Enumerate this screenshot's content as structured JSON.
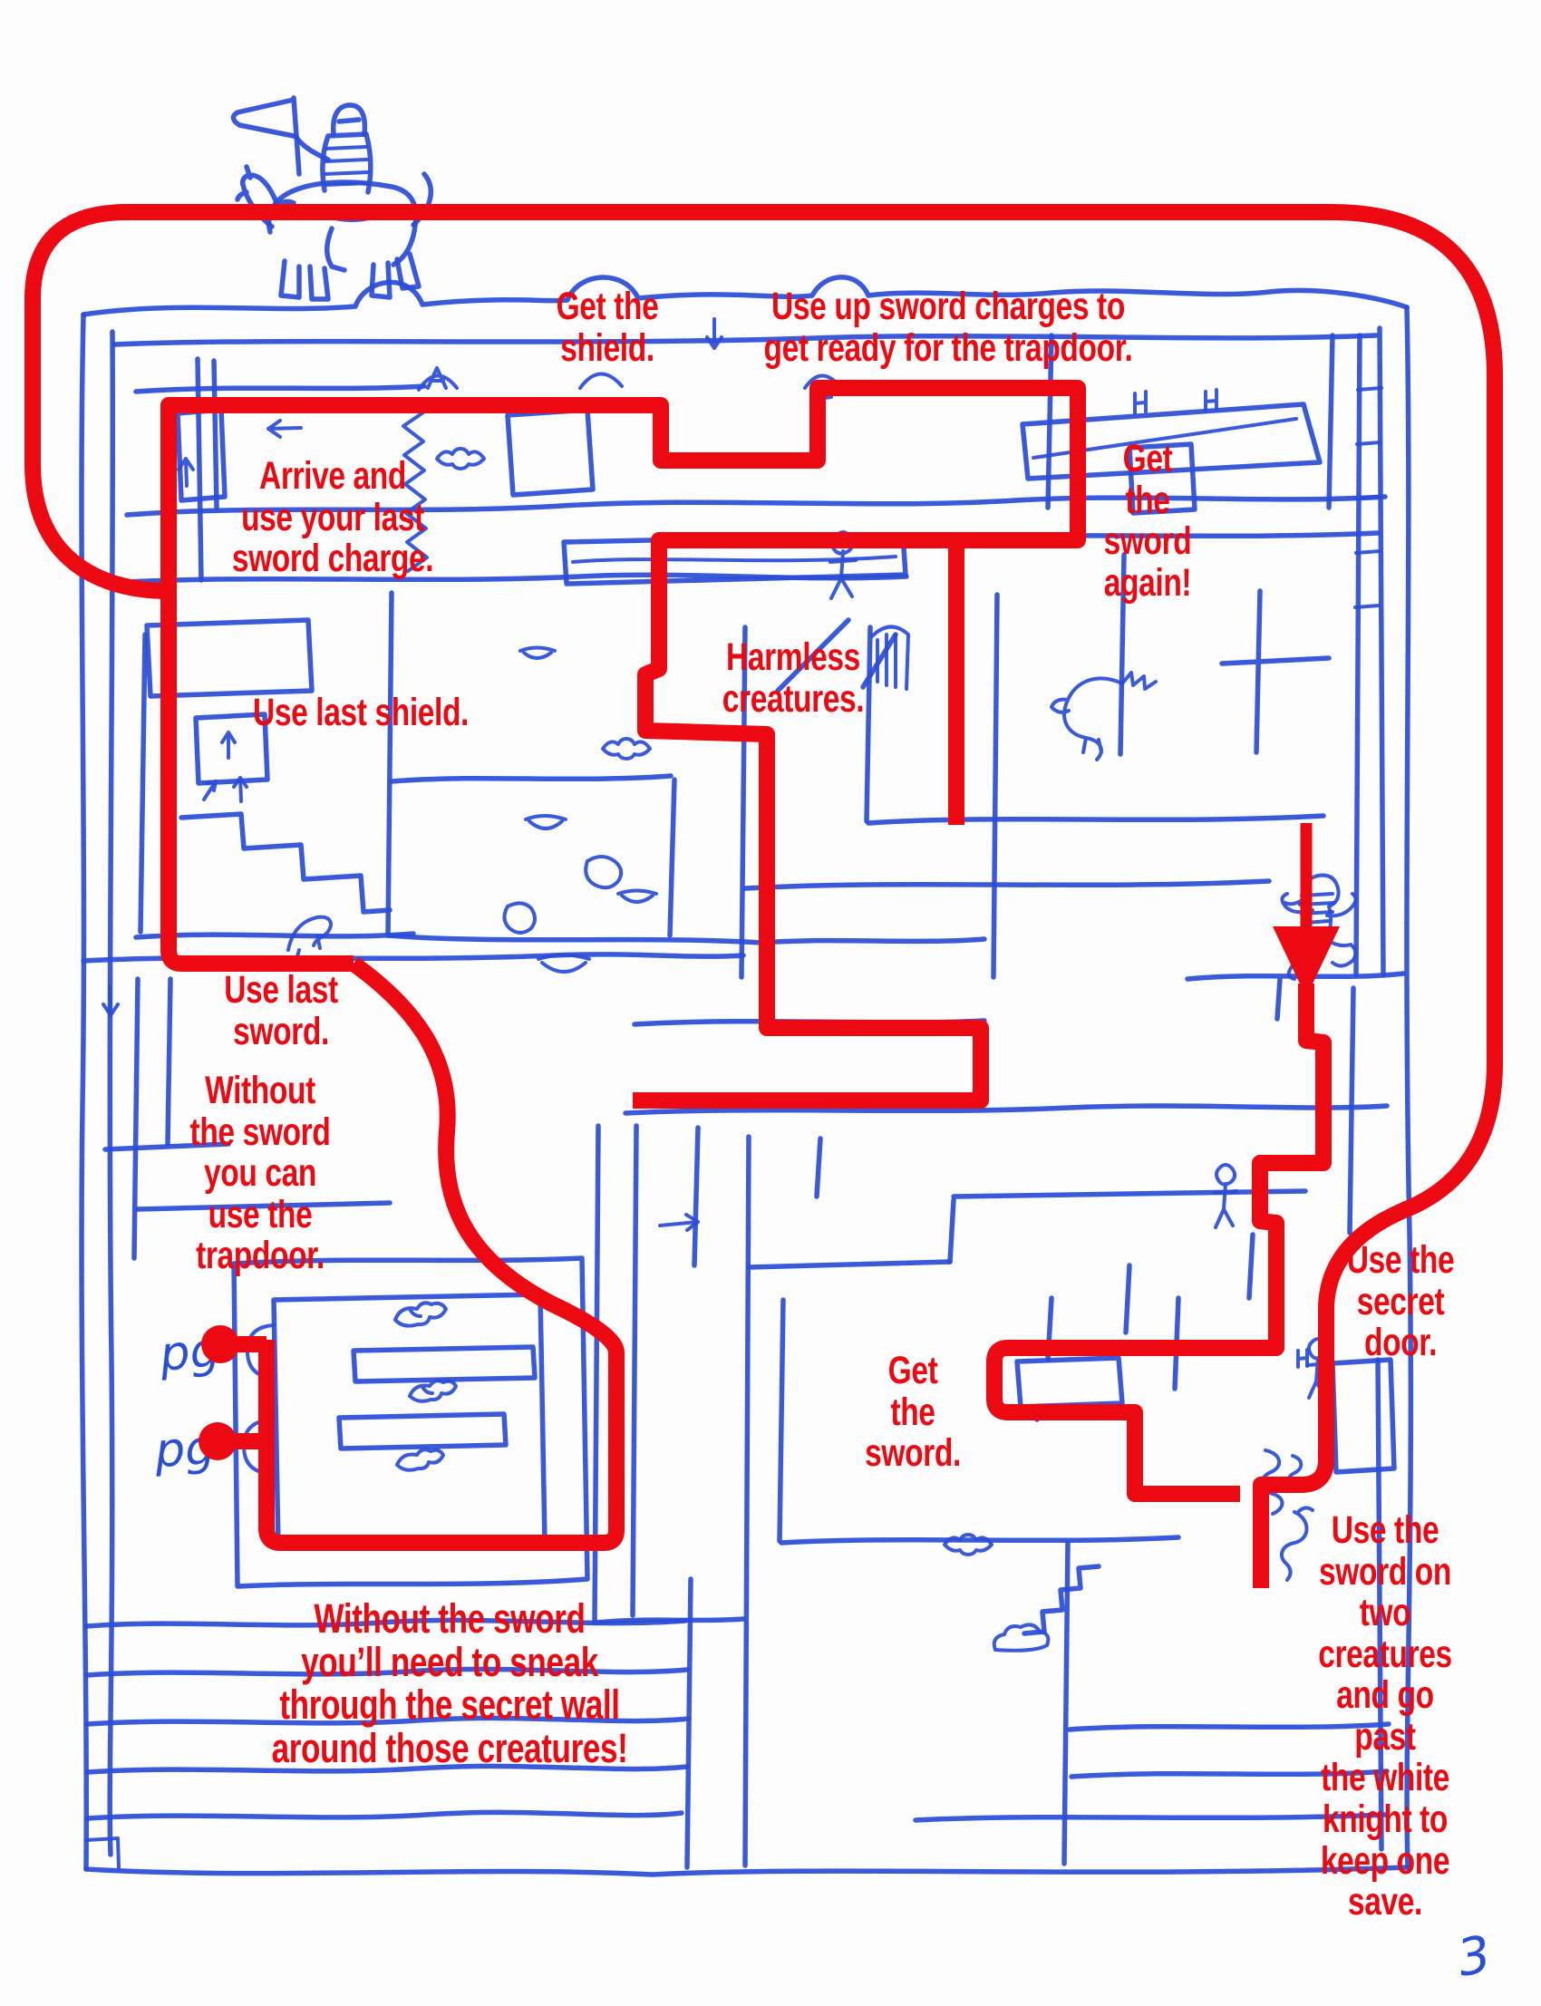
{
  "page": {
    "number": "3"
  },
  "colors": {
    "route_red": "#ec0911",
    "ink_blue": "#2b4ed6",
    "paper": "#fdfdfd"
  },
  "annotations": {
    "get_shield": "Get the\nshield.",
    "use_up_charges": "Use up sword charges to\nget ready for the trapdoor.",
    "arrive_last_charge": "Arrive and\nuse your last\nsword charge.",
    "get_sword_again": "Get\nthe\nsword\nagain!",
    "harmless_creatures": "Harmless\ncreatures.",
    "use_last_shield": "Use last shield.",
    "use_last_sword": "Use last\nsword.",
    "without_sword_trapdoor": "Without\nthe sword\nyou can\nuse the\ntrapdoor.",
    "get_the_sword": "Get\nthe\nsword.",
    "use_secret_door": "Use the\nsecret\ndoor.",
    "sword_two_creatures": "Use the\nsword on\ntwo\ncreatures\nand go past\nthe white\nknight to\nkeep one\nsave.",
    "without_sword_sneak": "Without the sword\nyou’ll need to sneak\nthrough the secret wall\naround those creatures!"
  },
  "handwritten": {
    "pg_label_top": "pg",
    "pg_label_bottom": "pg",
    "page_number": "3"
  },
  "icons": {
    "white_knight": "knight-on-horseback",
    "runner": "running-man",
    "dragon": "dragon-creature",
    "bat": "bat",
    "dove": "bird",
    "snakes": "snake-creatures",
    "entry_arrow": "down-arrow",
    "trapdoor_markers": "red-dot"
  }
}
